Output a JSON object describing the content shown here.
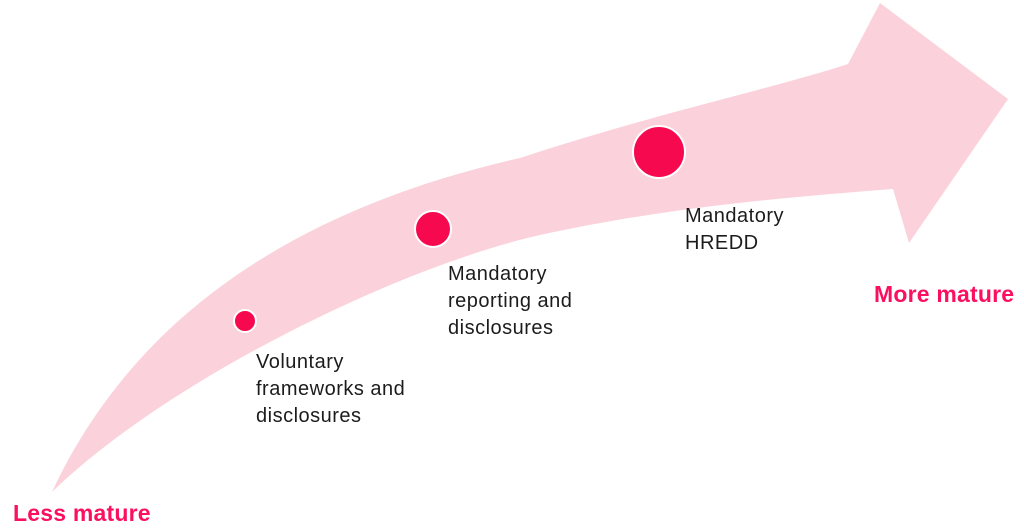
{
  "diagram": {
    "type": "maturity-arrow",
    "axis": {
      "start_label": "Less mature",
      "end_label": "More mature"
    },
    "milestones": [
      {
        "label": "Voluntary\nframeworks and\ndisclosures",
        "dot_size": "small"
      },
      {
        "label": "Mandatory\nreporting and\ndisclosures",
        "dot_size": "medium"
      },
      {
        "label": "Mandatory\nHREDD",
        "dot_size": "large"
      }
    ],
    "icons": {
      "arrow": "curved-swoosh-arrow-up-right"
    },
    "colors": {
      "band": "#FBD2DC",
      "dot": "#F7094F",
      "dot_ring": "#FFFFFF",
      "accent_text": "#FB1060",
      "label_text": "#1C1C1C",
      "background": "#FFFFFF"
    }
  }
}
